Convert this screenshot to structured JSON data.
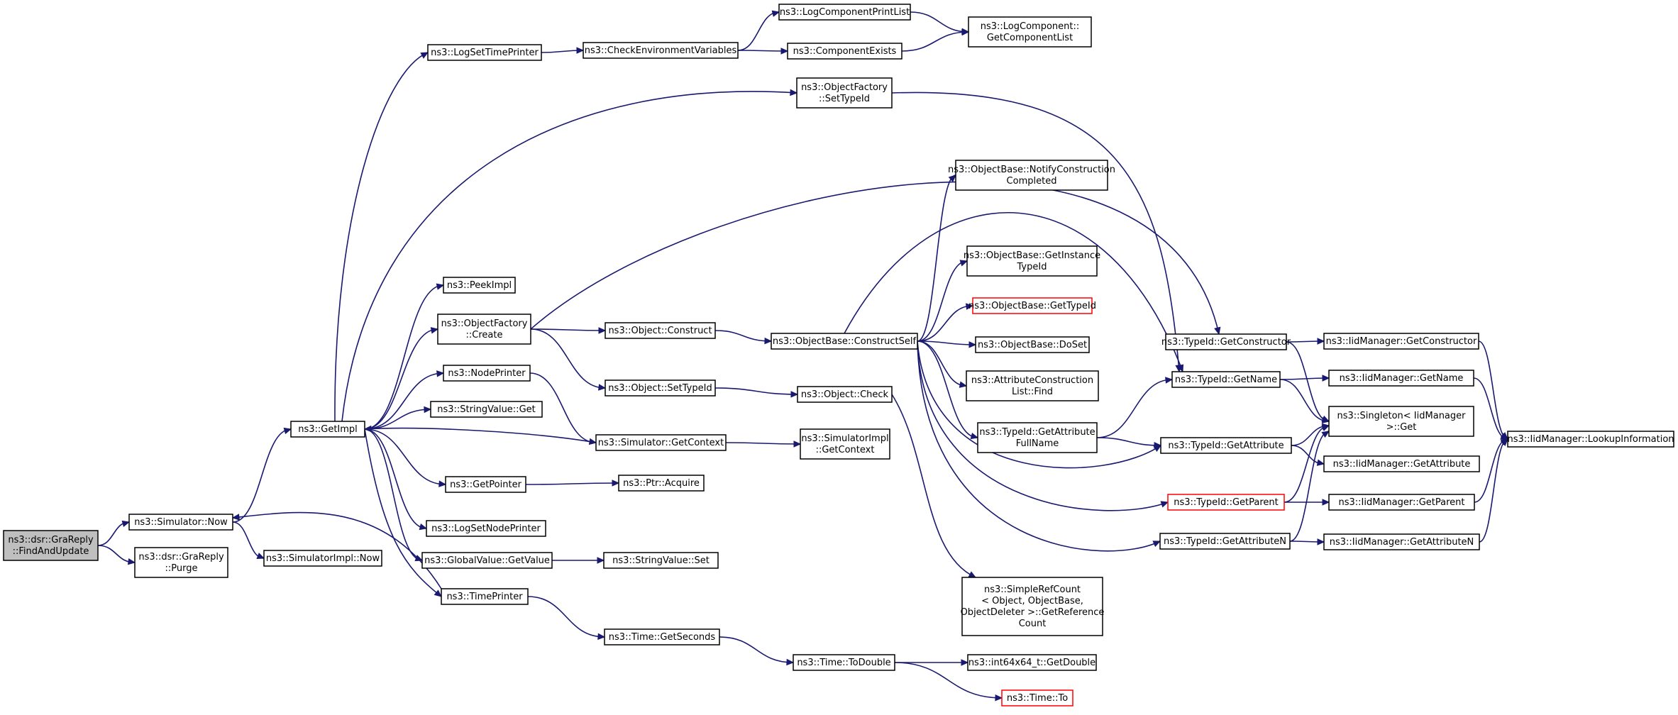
{
  "colors": {
    "edge": "#191970",
    "node_border": "#000000",
    "root_fill": "#bfbfbf",
    "truncated_border": "#ff0000"
  },
  "nodes": [
    {
      "id": "n0",
      "lines": [
        "ns3::dsr::GraReply",
        "::FindAndUpdate"
      ],
      "root": true
    },
    {
      "id": "n1",
      "lines": [
        "ns3::Simulator::Now"
      ]
    },
    {
      "id": "n2",
      "lines": [
        "ns3::dsr::GraReply",
        "::Purge"
      ]
    },
    {
      "id": "n3",
      "lines": [
        "ns3::GetImpl"
      ]
    },
    {
      "id": "n4",
      "lines": [
        "ns3::SimulatorImpl::Now"
      ]
    },
    {
      "id": "n5",
      "lines": [
        "ns3::LogSetTimePrinter"
      ]
    },
    {
      "id": "n6",
      "lines": [
        "ns3::PeekImpl"
      ]
    },
    {
      "id": "n7",
      "lines": [
        "ns3::ObjectFactory",
        "::Create"
      ]
    },
    {
      "id": "n8",
      "lines": [
        "ns3::NodePrinter"
      ]
    },
    {
      "id": "n9",
      "lines": [
        "ns3::StringValue::Get"
      ]
    },
    {
      "id": "n10",
      "lines": [
        "ns3::GetPointer"
      ]
    },
    {
      "id": "n11",
      "lines": [
        "ns3::LogSetNodePrinter"
      ]
    },
    {
      "id": "n12",
      "lines": [
        "ns3::GlobalValue::GetValue"
      ]
    },
    {
      "id": "n13",
      "lines": [
        "ns3::TimePrinter"
      ]
    },
    {
      "id": "n14",
      "lines": [
        "ns3::CheckEnvironmentVariables"
      ]
    },
    {
      "id": "n15",
      "lines": [
        "ns3::Object::Construct"
      ]
    },
    {
      "id": "n16",
      "lines": [
        "ns3::Object::SetTypeId"
      ]
    },
    {
      "id": "n17",
      "lines": [
        "ns3::Simulator::GetContext"
      ]
    },
    {
      "id": "n18",
      "lines": [
        "ns3::Ptr::Acquire"
      ]
    },
    {
      "id": "n19",
      "lines": [
        "ns3::StringValue::Set"
      ]
    },
    {
      "id": "n20",
      "lines": [
        "ns3::Time::GetSeconds"
      ]
    },
    {
      "id": "n21",
      "lines": [
        "ns3::LogComponentPrintList"
      ]
    },
    {
      "id": "n22",
      "lines": [
        "ns3::ComponentExists"
      ]
    },
    {
      "id": "n23",
      "lines": [
        "ns3::ObjectFactory",
        "::SetTypeId"
      ]
    },
    {
      "id": "n24",
      "lines": [
        "ns3::ObjectBase::ConstructSelf"
      ]
    },
    {
      "id": "n25",
      "lines": [
        "ns3::Object::Check"
      ]
    },
    {
      "id": "n26",
      "lines": [
        "ns3::SimulatorImpl",
        "::GetContext"
      ]
    },
    {
      "id": "n27",
      "lines": [
        "ns3::Time::ToDouble"
      ]
    },
    {
      "id": "n28",
      "lines": [
        "ns3::LogComponent::",
        "GetComponentList"
      ]
    },
    {
      "id": "n29",
      "lines": [
        "ns3::ObjectBase::NotifyConstruction",
        "Completed"
      ]
    },
    {
      "id": "n30",
      "lines": [
        "ns3::ObjectBase::GetInstance",
        "TypeId"
      ]
    },
    {
      "id": "n31",
      "lines": [
        "ns3::ObjectBase::GetTypeId"
      ],
      "truncated": true
    },
    {
      "id": "n32",
      "lines": [
        "ns3::ObjectBase::DoSet"
      ]
    },
    {
      "id": "n33",
      "lines": [
        "ns3::AttributeConstruction",
        "List::Find"
      ]
    },
    {
      "id": "n34",
      "lines": [
        "ns3::TypeId::GetAttribute",
        "FullName"
      ]
    },
    {
      "id": "n35",
      "lines": [
        "ns3::SimpleRefCount",
        "< Object, ObjectBase,",
        "ObjectDeleter >::GetReference",
        "Count"
      ]
    },
    {
      "id": "n36",
      "lines": [
        "ns3::int64x64_t::GetDouble"
      ]
    },
    {
      "id": "n37",
      "lines": [
        "ns3::Time::To"
      ],
      "truncated": true
    },
    {
      "id": "n38",
      "lines": [
        "ns3::TypeId::GetConstructor"
      ]
    },
    {
      "id": "n39",
      "lines": [
        "ns3::TypeId::GetName"
      ]
    },
    {
      "id": "n40",
      "lines": [
        "ns3::TypeId::GetAttribute"
      ]
    },
    {
      "id": "n41",
      "lines": [
        "ns3::TypeId::GetParent"
      ],
      "truncated": true
    },
    {
      "id": "n42",
      "lines": [
        "ns3::TypeId::GetAttributeN"
      ]
    },
    {
      "id": "n43",
      "lines": [
        "ns3::IidManager::GetConstructor"
      ]
    },
    {
      "id": "n44",
      "lines": [
        "ns3::IidManager::GetName"
      ]
    },
    {
      "id": "n45",
      "lines": [
        "ns3::Singleton< IidManager",
        ">::Get"
      ]
    },
    {
      "id": "n46",
      "lines": [
        "ns3::IidManager::GetAttribute"
      ]
    },
    {
      "id": "n47",
      "lines": [
        "ns3::IidManager::GetParent"
      ]
    },
    {
      "id": "n48",
      "lines": [
        "ns3::IidManager::GetAttributeN"
      ]
    },
    {
      "id": "n49",
      "lines": [
        "ns3::IidManager::LookupInformation"
      ]
    }
  ],
  "edges": [
    {
      "from": "n0",
      "to": "n1"
    },
    {
      "from": "n0",
      "to": "n2"
    },
    {
      "from": "n1",
      "to": "n3"
    },
    {
      "from": "n1",
      "to": "n4"
    },
    {
      "from": "n3",
      "to": "n5"
    },
    {
      "from": "n3",
      "to": "n6"
    },
    {
      "from": "n3",
      "to": "n7"
    },
    {
      "from": "n3",
      "to": "n8"
    },
    {
      "from": "n3",
      "to": "n9"
    },
    {
      "from": "n3",
      "to": "n10"
    },
    {
      "from": "n3",
      "to": "n11"
    },
    {
      "from": "n3",
      "to": "n12"
    },
    {
      "from": "n3",
      "to": "n13"
    },
    {
      "from": "n3",
      "to": "n23"
    },
    {
      "from": "n5",
      "to": "n14"
    },
    {
      "from": "n14",
      "to": "n21"
    },
    {
      "from": "n14",
      "to": "n22"
    },
    {
      "from": "n21",
      "to": "n28"
    },
    {
      "from": "n22",
      "to": "n28"
    },
    {
      "from": "n23",
      "to": "n39"
    },
    {
      "from": "n7",
      "to": "n15"
    },
    {
      "from": "n7",
      "to": "n16"
    },
    {
      "from": "n7",
      "to": "n38"
    },
    {
      "from": "n8",
      "to": "n17"
    },
    {
      "from": "n17",
      "to": "n3"
    },
    {
      "from": "n17",
      "to": "n26"
    },
    {
      "from": "n10",
      "to": "n18"
    },
    {
      "from": "n12",
      "to": "n19"
    },
    {
      "from": "n13",
      "to": "n1"
    },
    {
      "from": "n13",
      "to": "n20"
    },
    {
      "from": "n20",
      "to": "n27"
    },
    {
      "from": "n27",
      "to": "n36"
    },
    {
      "from": "n27",
      "to": "n37"
    },
    {
      "from": "n15",
      "to": "n24"
    },
    {
      "from": "n16",
      "to": "n25"
    },
    {
      "from": "n25",
      "to": "n35"
    },
    {
      "from": "n24",
      "to": "n29"
    },
    {
      "from": "n24",
      "to": "n30"
    },
    {
      "from": "n24",
      "to": "n31"
    },
    {
      "from": "n24",
      "to": "n32"
    },
    {
      "from": "n24",
      "to": "n33"
    },
    {
      "from": "n24",
      "to": "n34"
    },
    {
      "from": "n24",
      "to": "n39"
    },
    {
      "from": "n24",
      "to": "n40"
    },
    {
      "from": "n24",
      "to": "n41"
    },
    {
      "from": "n24",
      "to": "n42"
    },
    {
      "from": "n34",
      "to": "n39"
    },
    {
      "from": "n34",
      "to": "n40"
    },
    {
      "from": "n38",
      "to": "n43"
    },
    {
      "from": "n38",
      "to": "n45"
    },
    {
      "from": "n39",
      "to": "n44"
    },
    {
      "from": "n39",
      "to": "n45"
    },
    {
      "from": "n40",
      "to": "n45"
    },
    {
      "from": "n40",
      "to": "n46"
    },
    {
      "from": "n41",
      "to": "n45"
    },
    {
      "from": "n41",
      "to": "n47"
    },
    {
      "from": "n42",
      "to": "n45"
    },
    {
      "from": "n42",
      "to": "n48"
    },
    {
      "from": "n43",
      "to": "n49"
    },
    {
      "from": "n44",
      "to": "n49"
    },
    {
      "from": "n47",
      "to": "n49"
    },
    {
      "from": "n48",
      "to": "n49"
    }
  ]
}
